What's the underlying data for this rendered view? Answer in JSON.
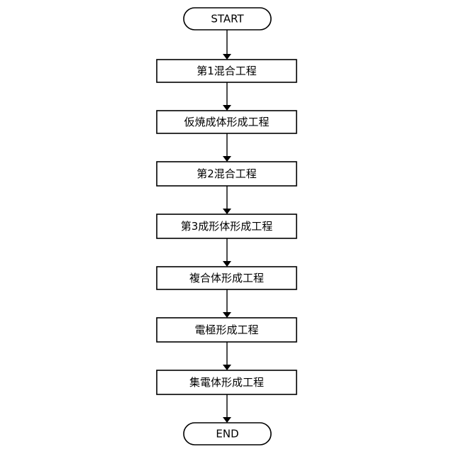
{
  "flowchart": {
    "start": "START",
    "steps": [
      "第1混合工程",
      "仮焼成体形成工程",
      "第2混合工程",
      "第3成形体形成工程",
      "複合体形成工程",
      "電極形成工程",
      "集電体形成工程"
    ],
    "end": "END"
  }
}
